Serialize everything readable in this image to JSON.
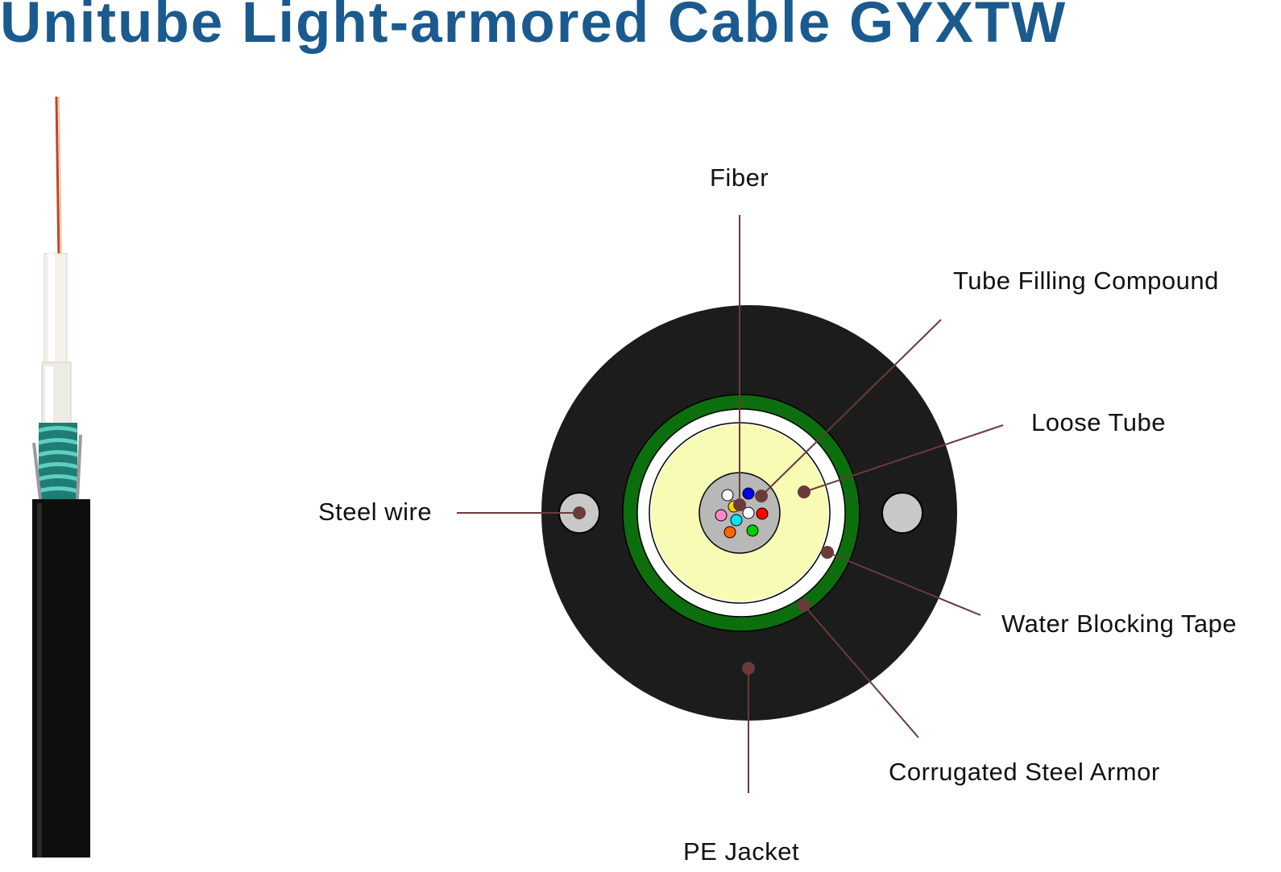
{
  "title": "Unitube Light-armored Cable GYXTW",
  "labels": {
    "fiber": "Fiber",
    "tube_filling_compound": "Tube Filling Compound",
    "loose_tube": "Loose Tube",
    "steel_wire": "Steel wire",
    "water_blocking_tape": "Water Blocking Tape",
    "corrugated_steel_armor": "Corrugated Steel Armor",
    "pe_jacket": "PE Jacket"
  },
  "colors": {
    "title": "#1a5a8e",
    "jacket": "#1c1c1c",
    "armor": "#0d6e0d",
    "water_blocking_tape": "#ffffff",
    "filling_compound": "#f8fbb4",
    "fiber_bundle": "#b8b8b8",
    "steel_wire": "#c8c8c8",
    "leader_line": "#6b3a3a",
    "fiber_colors": [
      "#ffffff",
      "#0000ee",
      "#ffd700",
      "#ff88cc",
      "#00e5ee",
      "#ffffff",
      "#ff0000",
      "#ff6600",
      "#00cc00",
      "#888888"
    ]
  }
}
